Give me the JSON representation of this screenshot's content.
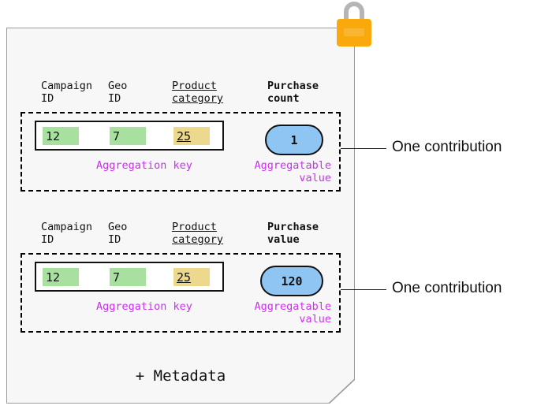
{
  "diagram": {
    "title_visible": false,
    "card": {
      "footer_label": "+ Metadata",
      "background_color": "#f7f7f7",
      "border_color": "#9a9a9a"
    },
    "lock": {
      "icon": "padlock-icon",
      "body_color": "#f9a90b",
      "shackle_color": "#b5b5b5"
    },
    "colors": {
      "key_green": "#a8e0a0",
      "key_yellow": "#ecd98e",
      "pill_blue": "#8ec5f2",
      "caption_magenta": "#cc2ff0",
      "outline_black": "#111111"
    },
    "contributions": [
      {
        "headers": [
          {
            "text": "Campaign\nID",
            "bold": false,
            "underline": false
          },
          {
            "text": "Geo\nID",
            "bold": false,
            "underline": false
          },
          {
            "text": "Product\ncategory",
            "bold": false,
            "underline": true
          },
          {
            "text": "Purchase\ncount",
            "bold": true,
            "underline": false
          }
        ],
        "key_fields": [
          {
            "value": "12",
            "highlight": "green",
            "underline": false
          },
          {
            "value": "7",
            "highlight": "green",
            "underline": false
          },
          {
            "value": "25",
            "highlight": "yellow",
            "underline": true
          }
        ],
        "aggregatable_value": "1",
        "key_caption": "Aggregation key",
        "value_caption": "Aggregatable\nvalue",
        "callout_label": "One contribution"
      },
      {
        "headers": [
          {
            "text": "Campaign\nID",
            "bold": false,
            "underline": false
          },
          {
            "text": "Geo\nID",
            "bold": false,
            "underline": false
          },
          {
            "text": "Product\ncategory",
            "bold": false,
            "underline": true
          },
          {
            "text": "Purchase\nvalue",
            "bold": true,
            "underline": false
          }
        ],
        "key_fields": [
          {
            "value": "12",
            "highlight": "green",
            "underline": false
          },
          {
            "value": "7",
            "highlight": "green",
            "underline": false
          },
          {
            "value": "25",
            "highlight": "yellow",
            "underline": true
          }
        ],
        "aggregatable_value": "120",
        "key_caption": "Aggregation key",
        "value_caption": "Aggregatable\nvalue",
        "callout_label": "One contribution"
      }
    ]
  }
}
